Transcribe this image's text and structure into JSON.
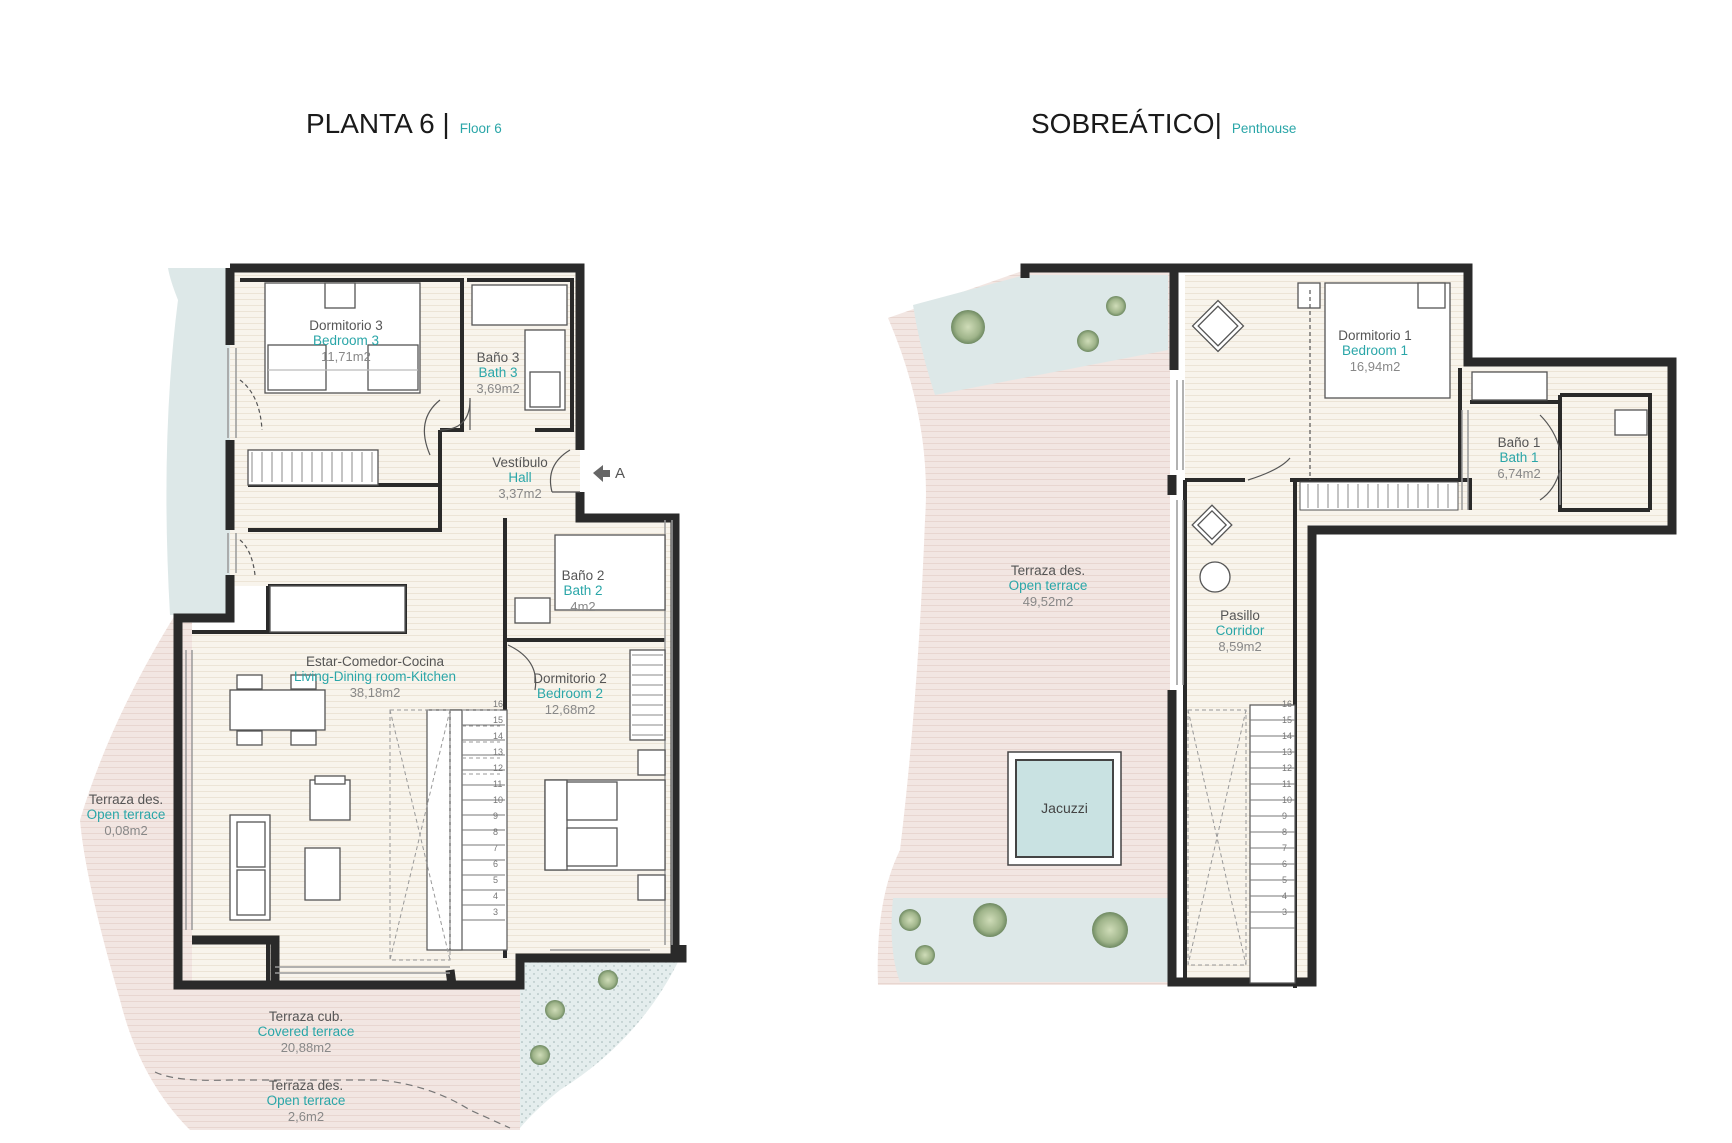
{
  "titles": {
    "floor6_es": "PLANTA 6 |",
    "floor6_en": "Floor 6",
    "penthouse_es": "SOBREÁTICO|",
    "penthouse_en": "Penthouse"
  },
  "floor6": {
    "entrance_marker": "A",
    "rooms": [
      {
        "id": "bedroom3",
        "es": "Dormitorio 3",
        "en": "Bedroom 3",
        "area": "11,71m2"
      },
      {
        "id": "bath3",
        "es": "Baño 3",
        "en": "Bath 3",
        "area": "3,69m2"
      },
      {
        "id": "hall",
        "es": "Vestíbulo",
        "en": "Hall",
        "area": "3,37m2"
      },
      {
        "id": "bath2",
        "es": "Baño 2",
        "en": "Bath 2",
        "area": "4m2"
      },
      {
        "id": "living",
        "es": "Estar-Comedor-Cocina",
        "en": "Living-Dining room-Kitchen",
        "area": "38,18m2"
      },
      {
        "id": "bedroom2",
        "es": "Dormitorio 2",
        "en": "Bedroom 2",
        "area": "12,68m2"
      },
      {
        "id": "terrace_side",
        "es": "Terraza des.",
        "en": "Open terrace",
        "area": "0,08m2"
      },
      {
        "id": "covered_terrace",
        "es": "Terraza cub.",
        "en": "Covered terrace",
        "area": "20,88m2"
      },
      {
        "id": "open_terrace_bottom",
        "es": "Terraza des.",
        "en": "Open terrace",
        "area": "2,6m2"
      }
    ],
    "stair_numbers": [
      "16",
      "15",
      "14",
      "13",
      "12",
      "11",
      "10",
      "9",
      "8",
      "7",
      "6",
      "5",
      "4",
      "3"
    ]
  },
  "penthouse": {
    "rooms": [
      {
        "id": "bedroom1",
        "es": "Dormitorio 1",
        "en": "Bedroom 1",
        "area": "16,94m2"
      },
      {
        "id": "bath1",
        "es": "Baño 1",
        "en": "Bath 1",
        "area": "6,74m2"
      },
      {
        "id": "open_terrace",
        "es": "Terraza des.",
        "en": "Open terrace",
        "area": "49,52m2"
      },
      {
        "id": "corridor",
        "es": "Pasillo",
        "en": "Corridor",
        "area": "8,59m2"
      }
    ],
    "jacuzzi_label": "Jacuzzi",
    "stair_numbers": [
      "16",
      "15",
      "14",
      "13",
      "12",
      "11",
      "10",
      "9",
      "8",
      "7",
      "6",
      "5",
      "4",
      "3"
    ]
  },
  "colors": {
    "floor_fill": "#f8f4ec",
    "terrace_fill": "#f1e4e0",
    "planter_fill": "#dde8e8",
    "wall": "#2a2a2a",
    "accent_text": "#2aa6a8",
    "water": "#c9e2e2"
  }
}
